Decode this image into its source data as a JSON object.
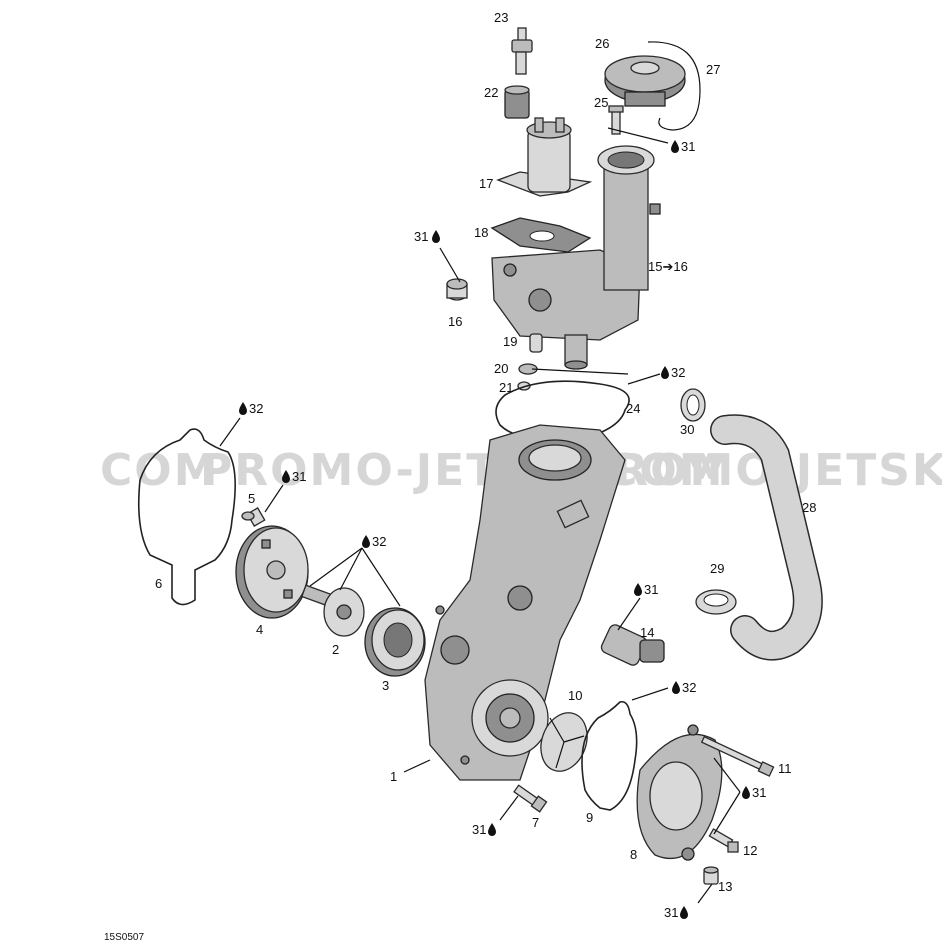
{
  "watermark": {
    "left": "COM",
    "center": "PROMO-JETSKI.COM",
    "right": "PROMO-JETSK"
  },
  "diagram_code": "15S0507",
  "labels": {
    "p1": "1",
    "p2": "2",
    "p3": "3",
    "p4": "4",
    "p5": "5",
    "p6": "6",
    "p7": "7",
    "p8": "8",
    "p9": "9",
    "p10": "10",
    "p11": "11",
    "p12": "12",
    "p13": "13",
    "p14": "14",
    "p15_16": "15➔16",
    "p16": "16",
    "p17": "17",
    "p18": "18",
    "p19": "19",
    "p20": "20",
    "p21": "21",
    "p22": "22",
    "p23": "23",
    "p24": "24",
    "p25": "25",
    "p26": "26",
    "p27": "27",
    "p28": "28",
    "p29": "29",
    "p30": "30"
  },
  "product_refs": {
    "r31_top": "31",
    "r31_left": "31",
    "r31_p5": "31",
    "r31_p14": "31",
    "r31_p11": "31",
    "r31_p7": "31",
    "r31_p13": "31",
    "r32_top": "32",
    "r32_gasket6": "32",
    "r32_gears": "32",
    "r32_gasket9": "32"
  },
  "icons": {
    "product_marker": "oil-drop-icon",
    "arrow": "right-arrow"
  }
}
